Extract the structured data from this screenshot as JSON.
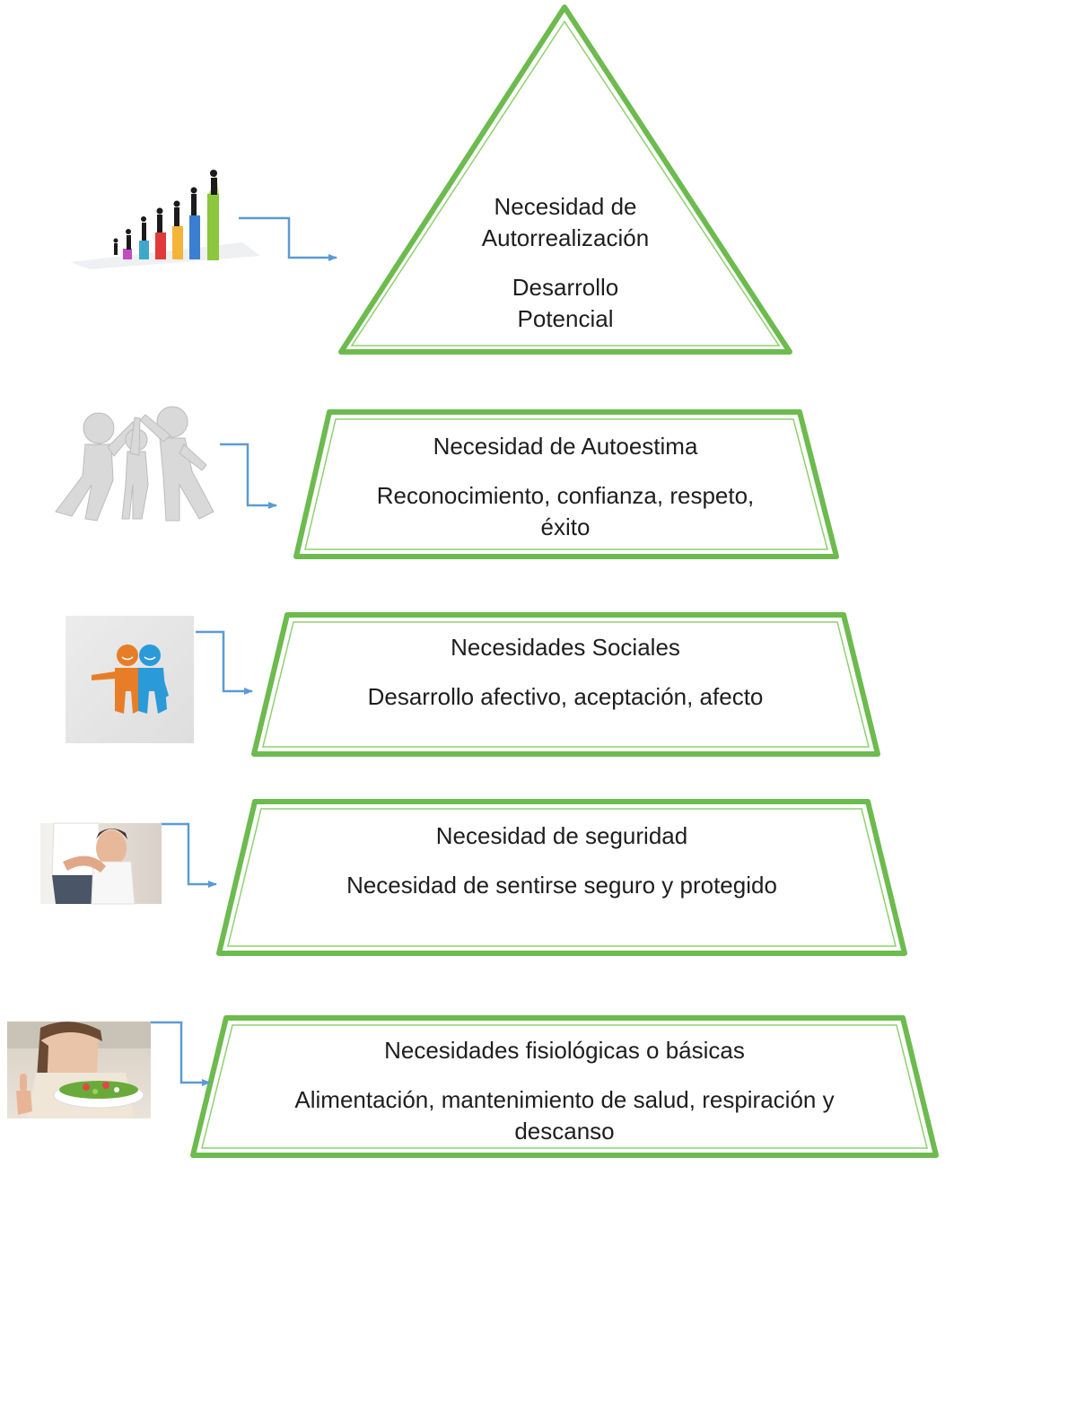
{
  "colors": {
    "outline": "#6dbb4f",
    "inner_outline": "#8fd070",
    "arrow": "#5b9bd5",
    "bar_colors": [
      "#c04cc0",
      "#3fa7c9",
      "#e03a3a",
      "#f4b43a",
      "#3a7fd0",
      "#8cc63f"
    ]
  },
  "tiers": [
    {
      "id": "self-actualization",
      "title_lines": [
        "Necesidad de",
        "Autorrealización"
      ],
      "desc_lines": [
        "Desarrollo",
        "Potencial"
      ],
      "image": "growth-bar-chart-people-icon"
    },
    {
      "id": "esteem",
      "title_lines": [
        "Necesidad de Autoestima"
      ],
      "desc_lines": [
        "Reconocimiento, confianza, respeto,",
        "éxito"
      ],
      "image": "3d-figures-high-five-icon"
    },
    {
      "id": "social",
      "title_lines": [
        "Necesidades Sociales"
      ],
      "desc_lines": [
        "Desarrollo afectivo, aceptación, afecto"
      ],
      "image": "two-friends-embracing-icon"
    },
    {
      "id": "safety",
      "title_lines": [
        "Necesidad de seguridad"
      ],
      "desc_lines": [
        "Necesidad de sentirse seguro y protegido"
      ],
      "image": "parent-hugging-child-photo"
    },
    {
      "id": "physiological",
      "title_lines": [
        "Necesidades fisiológicas o básicas"
      ],
      "desc_lines": [
        "Alimentación, mantenimiento de salud, respiración y",
        "descanso"
      ],
      "image": "woman-with-salad-bowl-photo"
    }
  ]
}
